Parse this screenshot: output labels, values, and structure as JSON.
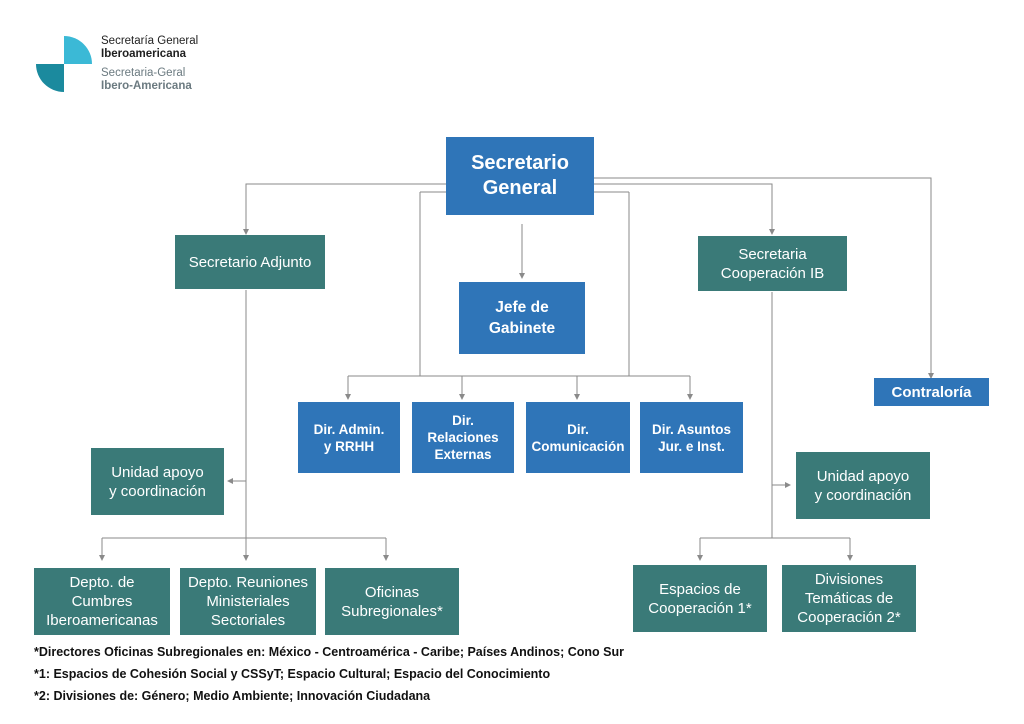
{
  "header": {
    "org_name_es_line1": "Secretaría General",
    "org_name_es_line2": "Iberoamericana",
    "org_name_pt_line1": "Secretaria-Geral",
    "org_name_pt_line2": "Ibero-Americana"
  },
  "colors": {
    "teal": "#3a7a78",
    "blue": "#2f75b8",
    "connector": "#8a8a8a",
    "logo_light": "#3bb9d6",
    "logo_dark": "#1b8a9e"
  },
  "nodes": {
    "secretario_general": "Secretario\nGeneral",
    "secretario_adjunto": "Secretario Adjunto",
    "jefe_gabinete": "Jefe de\nGabinete",
    "secretaria_cooperacion": "Secretaria\nCooperación IB",
    "contraloria": "Contraloría",
    "dir_admin": "Dir. Admin.\ny RRHH",
    "dir_relaciones": "Dir.\nRelaciones\nExternas",
    "dir_comunicacion": "Dir.\nComunicación",
    "dir_asuntos": "Dir. Asuntos\nJur. e Inst.",
    "unidad_apoyo_left": "Unidad apoyo\ny coordinación",
    "unidad_apoyo_right": "Unidad apoyo\ny coordinación",
    "depto_cumbres": "Depto. de\nCumbres\nIberoamericanas",
    "depto_reuniones": "Depto. Reuniones\nMinisteriales\nSectoriales",
    "oficinas_subregionales": "Oficinas\nSubregionales*",
    "espacios_cooperacion": "Espacios de\nCooperación 1*",
    "divisiones_tematicas": "Divisiones\nTemáticas de\nCooperación 2*"
  },
  "notes": [
    "*Directores Oficinas Subregionales en: México - Centroamérica - Caribe; Países Andinos; Cono Sur",
    "*1: Espacios de Cohesión Social y CSSyT; Espacio Cultural; Espacio del Conocimiento",
    "*2: Divisiones de: Género; Medio Ambiente; Innovación Ciudadana"
  ]
}
